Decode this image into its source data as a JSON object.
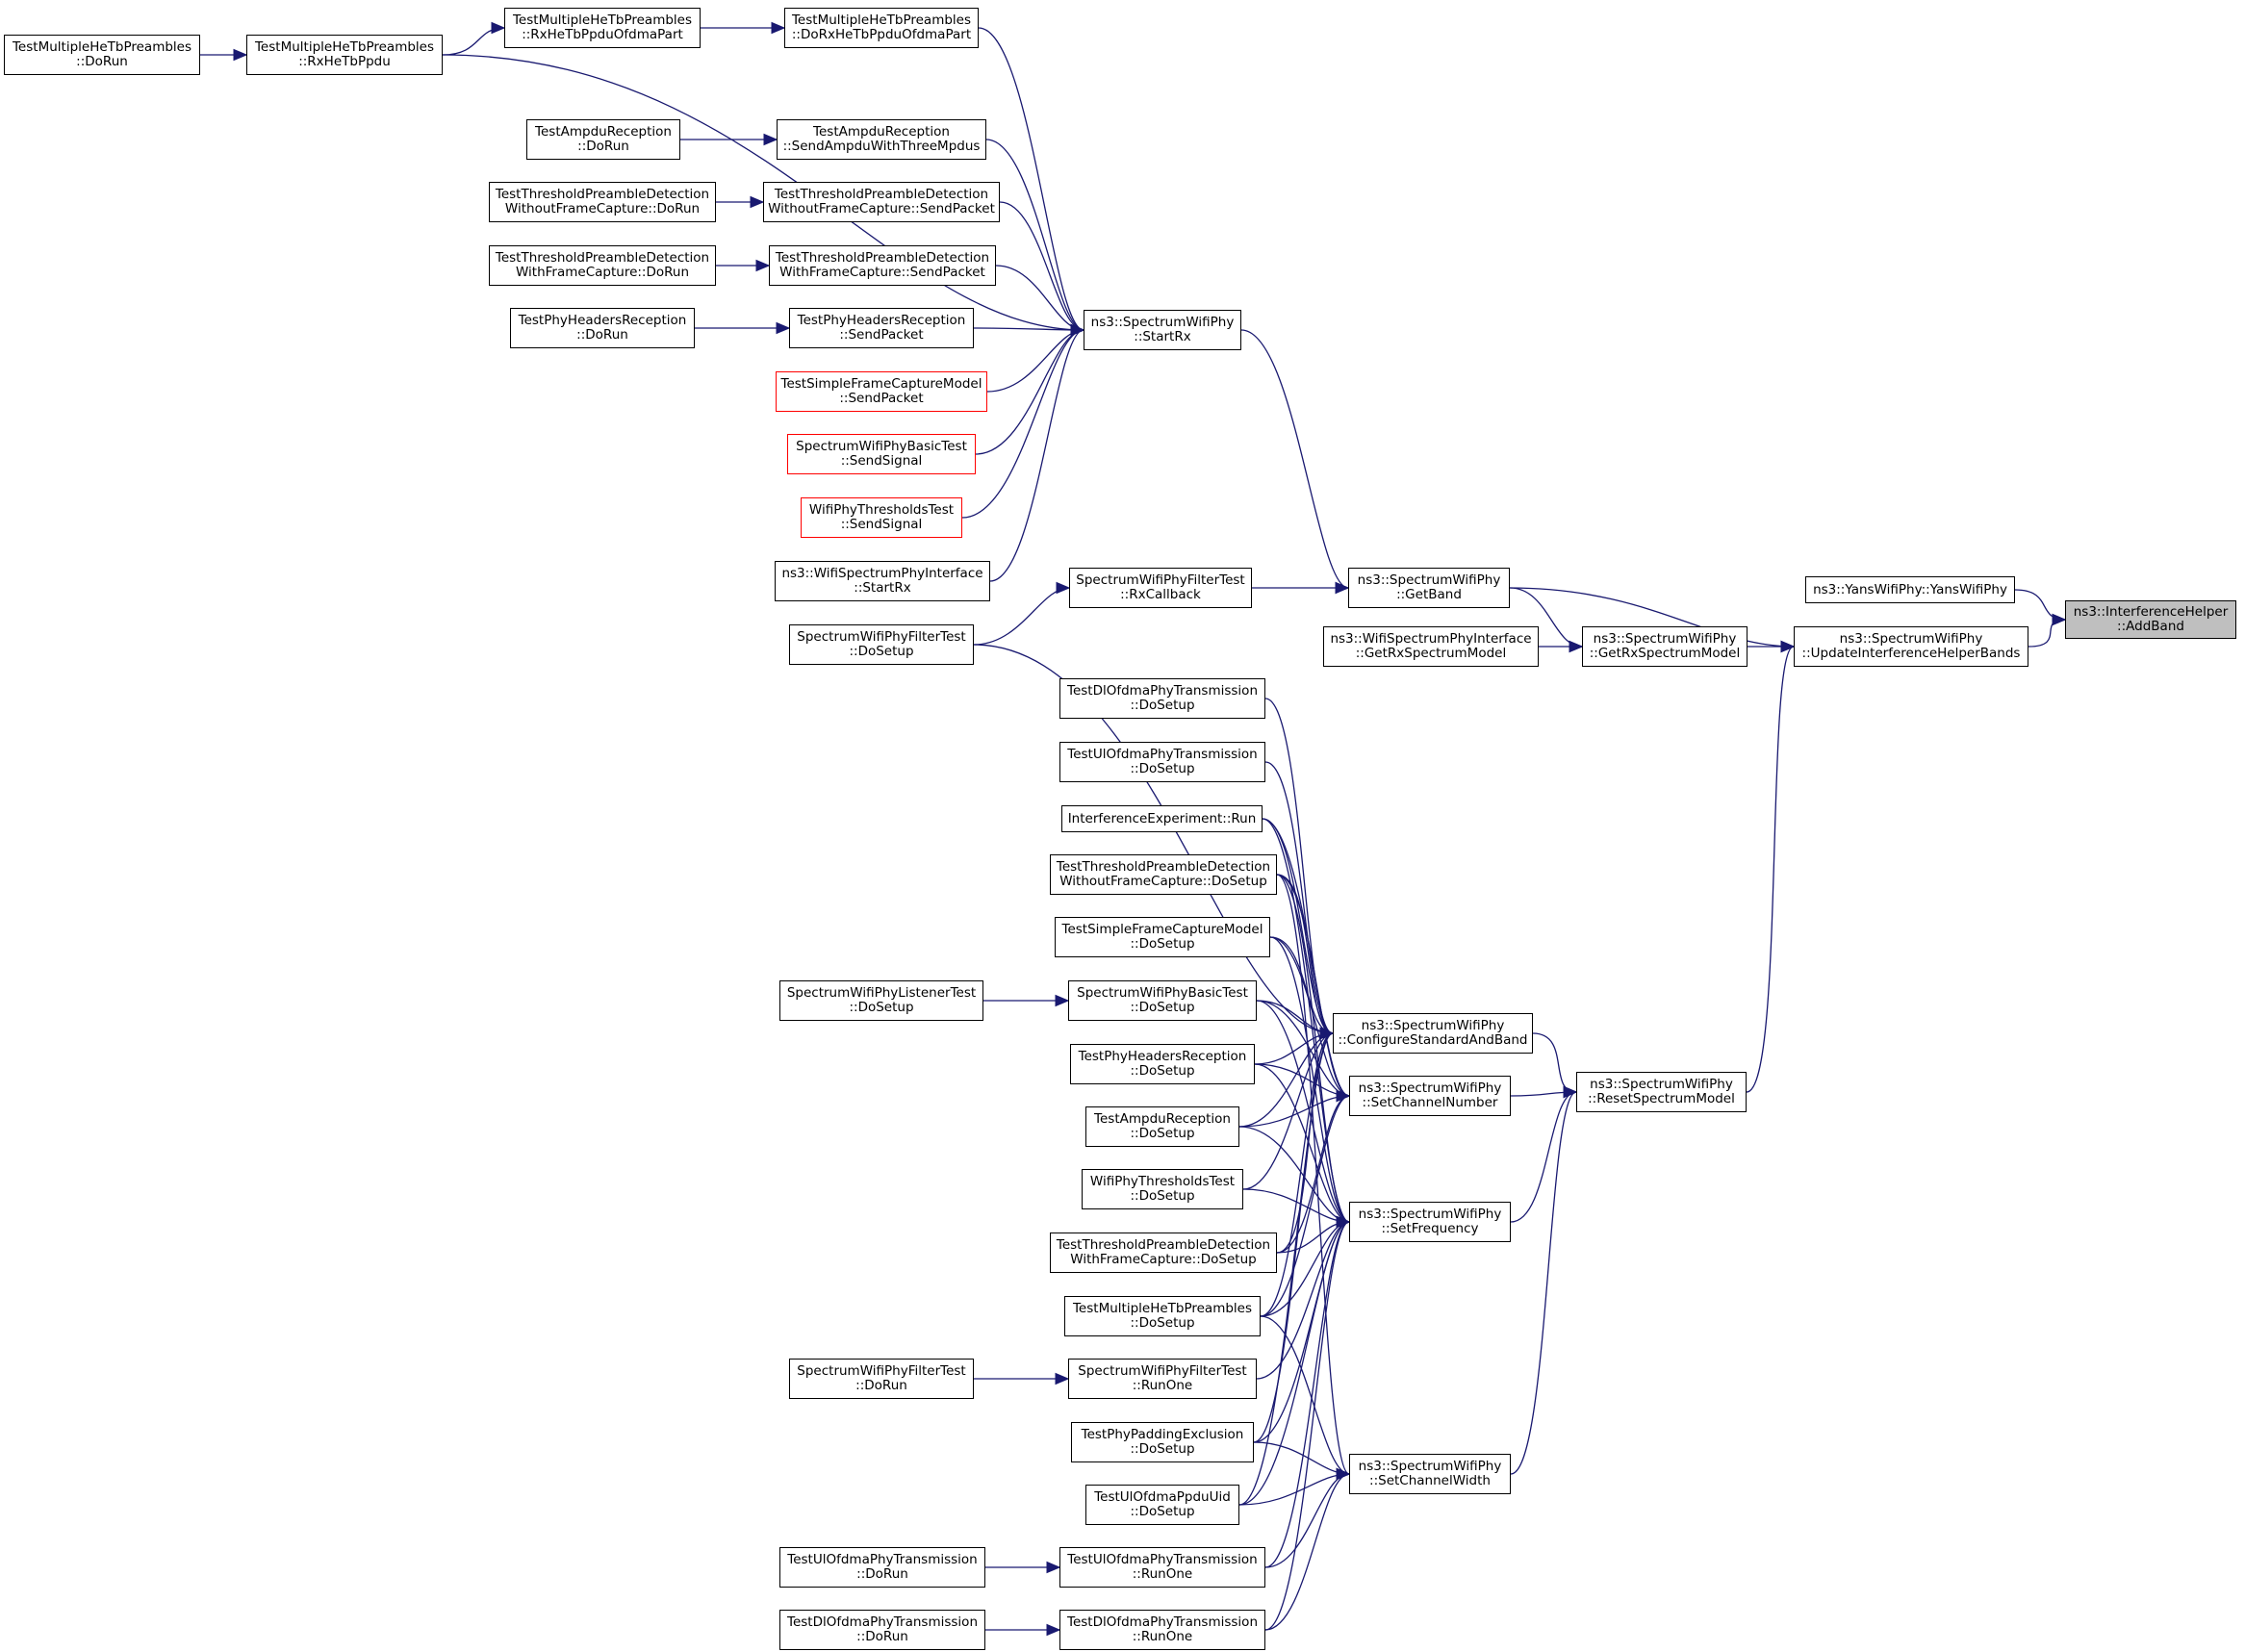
{
  "colors": {
    "edge": "#191970",
    "node_border": "#000000",
    "node_border_incomplete": "#ff0000",
    "focus_fill": "#bfbfbf",
    "background": "#ffffff"
  },
  "nodes": [
    {
      "id": "addband",
      "lines": [
        "ns3::InterferenceHelper",
        "::AddBand"
      ],
      "style": "focus"
    },
    {
      "id": "yans",
      "lines": [
        "ns3::YansWifiPhy::YansWifiPhy"
      ]
    },
    {
      "id": "updbands",
      "lines": [
        "ns3::SpectrumWifiPhy",
        "::UpdateInterferenceHelperBands"
      ]
    },
    {
      "id": "getband",
      "lines": [
        "ns3::SpectrumWifiPhy",
        "::GetBand"
      ]
    },
    {
      "id": "getrxsm",
      "lines": [
        "ns3::SpectrumWifiPhy",
        "::GetRxSpectrumModel"
      ]
    },
    {
      "id": "resetsm",
      "lines": [
        "ns3::SpectrumWifiPhy",
        "::ResetSpectrumModel"
      ]
    },
    {
      "id": "startrx",
      "lines": [
        "ns3::SpectrumWifiPhy",
        "::StartRx"
      ]
    },
    {
      "id": "rxcb",
      "lines": [
        "SpectrumWifiPhyFilterTest",
        "::RxCallback"
      ]
    },
    {
      "id": "filterdosetup",
      "lines": [
        "SpectrumWifiPhyFilterTest",
        "::DoSetup"
      ]
    },
    {
      "id": "wspigetrx",
      "lines": [
        "ns3::WifiSpectrumPhyInterface",
        "::GetRxSpectrumModel"
      ]
    },
    {
      "id": "confstd",
      "lines": [
        "ns3::SpectrumWifiPhy",
        "::ConfigureStandardAndBand"
      ]
    },
    {
      "id": "setchnum",
      "lines": [
        "ns3::SpectrumWifiPhy",
        "::SetChannelNumber"
      ]
    },
    {
      "id": "setfreq",
      "lines": [
        "ns3::SpectrumWifiPhy",
        "::SetFrequency"
      ]
    },
    {
      "id": "setchw",
      "lines": [
        "ns3::SpectrumWifiPhy",
        "::SetChannelWidth"
      ]
    },
    {
      "id": "mhdorxofdma",
      "lines": [
        "TestMultipleHeTbPreambles",
        "::DoRxHeTbPpduOfdmaPart"
      ]
    },
    {
      "id": "mhrxofdma",
      "lines": [
        "TestMultipleHeTbPreambles",
        "::RxHeTbPpduOfdmaPart"
      ]
    },
    {
      "id": "mhrxhetb",
      "lines": [
        "TestMultipleHeTbPreambles",
        "::RxHeTbPpdu"
      ]
    },
    {
      "id": "mhdorun",
      "lines": [
        "TestMultipleHeTbPreambles",
        "::DoRun"
      ]
    },
    {
      "id": "ampdudorun",
      "lines": [
        "TestAmpduReception",
        "::DoRun"
      ]
    },
    {
      "id": "ampdusend",
      "lines": [
        "TestAmpduReception",
        "::SendAmpduWithThreeMpdus"
      ]
    },
    {
      "id": "tpwodorun",
      "lines": [
        "TestThresholdPreambleDetection",
        "WithoutFrameCapture::DoRun"
      ]
    },
    {
      "id": "tpwosend",
      "lines": [
        "TestThresholdPreambleDetection",
        "WithoutFrameCapture::SendPacket"
      ]
    },
    {
      "id": "tpwdorun",
      "lines": [
        "TestThresholdPreambleDetection",
        "WithFrameCapture::DoRun"
      ]
    },
    {
      "id": "tpwsend",
      "lines": [
        "TestThresholdPreambleDetection",
        "WithFrameCapture::SendPacket"
      ]
    },
    {
      "id": "hdrdorun",
      "lines": [
        "TestPhyHeadersReception",
        "::DoRun"
      ]
    },
    {
      "id": "hdrsend",
      "lines": [
        "TestPhyHeadersReception",
        "::SendPacket"
      ]
    },
    {
      "id": "sfcsend",
      "lines": [
        "TestSimpleFrameCaptureModel",
        "::SendPacket"
      ],
      "style": "red"
    },
    {
      "id": "basicsend",
      "lines": [
        "SpectrumWifiPhyBasicTest",
        "::SendSignal"
      ],
      "style": "red"
    },
    {
      "id": "thrsend",
      "lines": [
        "WifiPhyThresholdsTest",
        "::SendSignal"
      ],
      "style": "red"
    },
    {
      "id": "wspistartrx",
      "lines": [
        "ns3::WifiSpectrumPhyInterface",
        "::StartRx"
      ]
    },
    {
      "id": "dlofdmads",
      "lines": [
        "TestDlOfdmaPhyTransmission",
        "::DoSetup"
      ]
    },
    {
      "id": "ulofdmads",
      "lines": [
        "TestUlOfdmaPhyTransmission",
        "::DoSetup"
      ]
    },
    {
      "id": "ierun",
      "lines": [
        "InterferenceExperiment::Run"
      ]
    },
    {
      "id": "tpwods",
      "lines": [
        "TestThresholdPreambleDetection",
        "WithoutFrameCapture::DoSetup"
      ]
    },
    {
      "id": "sfcds",
      "lines": [
        "TestSimpleFrameCaptureModel",
        "::DoSetup"
      ]
    },
    {
      "id": "listenerds",
      "lines": [
        "SpectrumWifiPhyListenerTest",
        "::DoSetup"
      ]
    },
    {
      "id": "basicds",
      "lines": [
        "SpectrumWifiPhyBasicTest",
        "::DoSetup"
      ]
    },
    {
      "id": "hdrds",
      "lines": [
        "TestPhyHeadersReception",
        "::DoSetup"
      ]
    },
    {
      "id": "ampduds",
      "lines": [
        "TestAmpduReception",
        "::DoSetup"
      ]
    },
    {
      "id": "thrds",
      "lines": [
        "WifiPhyThresholdsTest",
        "::DoSetup"
      ]
    },
    {
      "id": "tpwds",
      "lines": [
        "TestThresholdPreambleDetection",
        "WithFrameCapture::DoSetup"
      ]
    },
    {
      "id": "mhds",
      "lines": [
        "TestMultipleHeTbPreambles",
        "::DoSetup"
      ]
    },
    {
      "id": "filterdorun",
      "lines": [
        "SpectrumWifiPhyFilterTest",
        "::DoRun"
      ]
    },
    {
      "id": "filterrunone",
      "lines": [
        "SpectrumWifiPhyFilterTest",
        "::RunOne"
      ]
    },
    {
      "id": "padds",
      "lines": [
        "TestPhyPaddingExclusion",
        "::DoSetup"
      ]
    },
    {
      "id": "ulpuidds",
      "lines": [
        "TestUlOfdmaPpduUid",
        "::DoSetup"
      ]
    },
    {
      "id": "ulofdmadorun",
      "lines": [
        "TestUlOfdmaPhyTransmission",
        "::DoRun"
      ]
    },
    {
      "id": "ulofdmarunone",
      "lines": [
        "TestUlOfdmaPhyTransmission",
        "::RunOne"
      ]
    },
    {
      "id": "dlofdmadorun",
      "lines": [
        "TestDlOfdmaPhyTransmission",
        "::DoRun"
      ]
    },
    {
      "id": "dlofdmarunone",
      "lines": [
        "TestDlOfdmaPhyTransmission",
        "::RunOne"
      ]
    }
  ],
  "edges": [
    [
      "addband",
      "yans"
    ],
    [
      "addband",
      "updbands"
    ],
    [
      "updbands",
      "getband"
    ],
    [
      "updbands",
      "getrxsm"
    ],
    [
      "updbands",
      "resetsm"
    ],
    [
      "getrxsm",
      "getband"
    ],
    [
      "getrxsm",
      "wspigetrx"
    ],
    [
      "getband",
      "startrx"
    ],
    [
      "getband",
      "rxcb"
    ],
    [
      "rxcb",
      "filterdosetup"
    ],
    [
      "startrx",
      "mhdorxofdma"
    ],
    [
      "startrx",
      "mhrxhetb"
    ],
    [
      "startrx",
      "ampdusend"
    ],
    [
      "startrx",
      "tpwosend"
    ],
    [
      "startrx",
      "tpwsend"
    ],
    [
      "startrx",
      "hdrsend"
    ],
    [
      "startrx",
      "sfcsend"
    ],
    [
      "startrx",
      "basicsend"
    ],
    [
      "startrx",
      "thrsend"
    ],
    [
      "startrx",
      "wspistartrx"
    ],
    [
      "mhdorxofdma",
      "mhrxofdma"
    ],
    [
      "mhrxofdma",
      "mhrxhetb"
    ],
    [
      "mhrxhetb",
      "mhdorun"
    ],
    [
      "ampdusend",
      "ampdudorun"
    ],
    [
      "tpwosend",
      "tpwodorun"
    ],
    [
      "tpwsend",
      "tpwdorun"
    ],
    [
      "hdrsend",
      "hdrdorun"
    ],
    [
      "resetsm",
      "confstd"
    ],
    [
      "resetsm",
      "setchnum"
    ],
    [
      "resetsm",
      "setfreq"
    ],
    [
      "resetsm",
      "setchw"
    ],
    [
      "confstd",
      "filterdosetup"
    ],
    [
      "confstd",
      "dlofdmads"
    ],
    [
      "confstd",
      "ulofdmads"
    ],
    [
      "confstd",
      "ierun"
    ],
    [
      "confstd",
      "tpwods"
    ],
    [
      "confstd",
      "sfcds"
    ],
    [
      "confstd",
      "basicds"
    ],
    [
      "confstd",
      "hdrds"
    ],
    [
      "confstd",
      "ampduds"
    ],
    [
      "confstd",
      "thrds"
    ],
    [
      "confstd",
      "tpwds"
    ],
    [
      "confstd",
      "mhds"
    ],
    [
      "confstd",
      "padds"
    ],
    [
      "confstd",
      "ulpuidds"
    ],
    [
      "setchnum",
      "ierun"
    ],
    [
      "setchnum",
      "tpwods"
    ],
    [
      "setchnum",
      "sfcds"
    ],
    [
      "setchnum",
      "basicds"
    ],
    [
      "setchnum",
      "hdrds"
    ],
    [
      "setchnum",
      "ampduds"
    ],
    [
      "setchnum",
      "tpwds"
    ],
    [
      "setchnum",
      "mhds"
    ],
    [
      "setfreq",
      "ierun"
    ],
    [
      "setfreq",
      "tpwods"
    ],
    [
      "setfreq",
      "sfcds"
    ],
    [
      "setfreq",
      "basicds"
    ],
    [
      "setfreq",
      "hdrds"
    ],
    [
      "setfreq",
      "ampduds"
    ],
    [
      "setfreq",
      "thrds"
    ],
    [
      "setfreq",
      "tpwds"
    ],
    [
      "setfreq",
      "mhds"
    ],
    [
      "setfreq",
      "filterrunone"
    ],
    [
      "setfreq",
      "padds"
    ],
    [
      "setfreq",
      "ulpuidds"
    ],
    [
      "setfreq",
      "ulofdmarunone"
    ],
    [
      "setfreq",
      "dlofdmarunone"
    ],
    [
      "setchw",
      "tpwods"
    ],
    [
      "setchw",
      "mhds"
    ],
    [
      "setchw",
      "padds"
    ],
    [
      "setchw",
      "ulpuidds"
    ],
    [
      "setchw",
      "ulofdmarunone"
    ],
    [
      "setchw",
      "dlofdmarunone"
    ],
    [
      "basicds",
      "listenerds"
    ],
    [
      "filterrunone",
      "filterdorun"
    ],
    [
      "ulofdmarunone",
      "ulofdmadorun"
    ],
    [
      "dlofdmarunone",
      "dlofdmadorun"
    ]
  ]
}
